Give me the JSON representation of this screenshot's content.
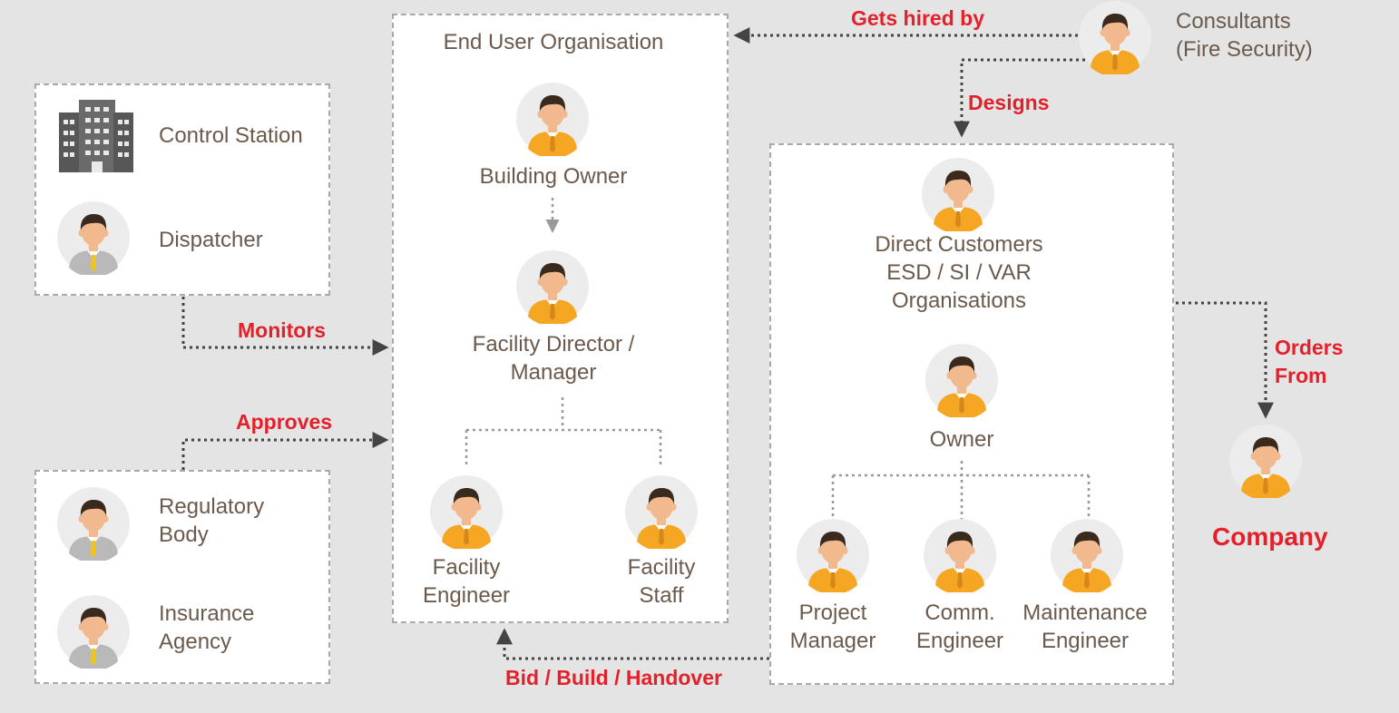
{
  "left_top_box": {
    "control_station": "Control Station",
    "dispatcher": "Dispatcher"
  },
  "left_bottom_box": {
    "regulatory_body": [
      "Regulatory",
      "Body"
    ],
    "insurance_agency": [
      "Insurance",
      "Agency"
    ]
  },
  "end_user_box": {
    "title": "End User Organisation",
    "building_owner": "Building Owner",
    "facility_director": [
      "Facility Director /",
      "Manager"
    ],
    "facility_engineer": [
      "Facility",
      "Engineer"
    ],
    "facility_staff": [
      "Facility",
      "Staff"
    ]
  },
  "customer_box": {
    "direct_customers": [
      "Direct Customers",
      "ESD / SI / VAR",
      "Organisations"
    ],
    "owner": "Owner",
    "project_manager": [
      "Project",
      "Manager"
    ],
    "comm_engineer": [
      "Comm.",
      "Engineer"
    ],
    "maintenance_engineer": [
      "Maintenance",
      "Engineer"
    ]
  },
  "consultants": [
    "Consultants",
    "(Fire Security)"
  ],
  "company": "Company",
  "relations": {
    "gets_hired_by": "Gets hired by",
    "designs": "Designs",
    "monitors": "Monitors",
    "approves": "Approves",
    "orders_from": [
      "Orders",
      "From"
    ],
    "bid_build_handover": "Bid / Build / Handover"
  },
  "colors": {
    "background": "#e4e4e4",
    "relation_text": "#e4202a",
    "label_text": "#6b5a4c",
    "box_border": "#a9a9a9",
    "connector": "#444444",
    "shirt": "#f5a623",
    "skin": "#f2b98e",
    "hair": "#3a2a1e"
  },
  "icons": [
    "person-avatar-icon",
    "office-building-icon"
  ]
}
